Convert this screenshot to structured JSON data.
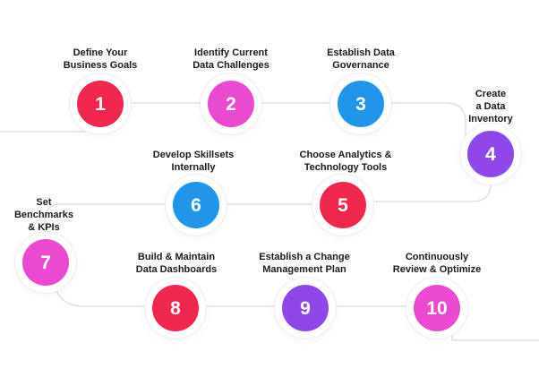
{
  "steps": [
    {
      "number": "1",
      "label": "Define Your\nBusiness Goals",
      "color": "#f02850"
    },
    {
      "number": "2",
      "label": "Identify Current\nData Challenges",
      "color": "#ea4ad0"
    },
    {
      "number": "3",
      "label": "Establish Data\nGovernance",
      "color": "#2196e8"
    },
    {
      "number": "4",
      "label": "Create\na Data\nInventory",
      "color": "#8f48e8"
    },
    {
      "number": "5",
      "label": "Choose Analytics &\nTechnology Tools",
      "color": "#f02850"
    },
    {
      "number": "6",
      "label": "Develop Skillsets\nInternally",
      "color": "#2196e8"
    },
    {
      "number": "7",
      "label": "Set\nBenchmarks\n& KPIs",
      "color": "#ea4ad0"
    },
    {
      "number": "8",
      "label": "Build & Maintain\nData Dashboards",
      "color": "#f02850"
    },
    {
      "number": "9",
      "label": "Establish a Change\nManagement Plan",
      "color": "#8f48e8"
    },
    {
      "number": "10",
      "label": "Continuously\nReview & Optimize",
      "color": "#ea4ad0"
    }
  ]
}
